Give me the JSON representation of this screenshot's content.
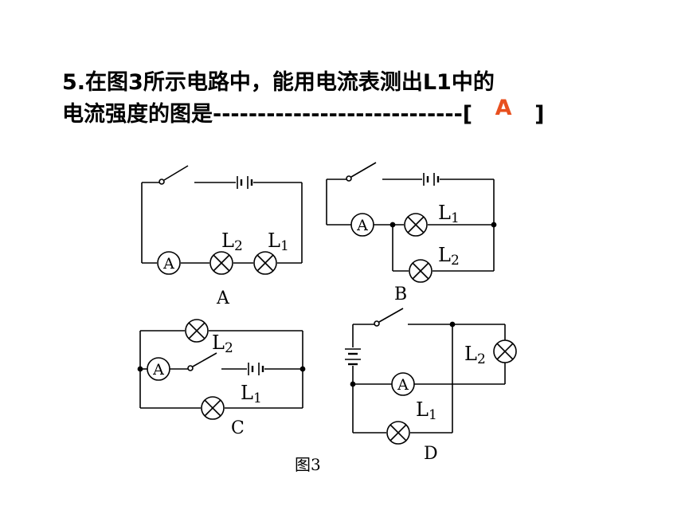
{
  "question": {
    "number": "5.",
    "line1_text": "在图3所示电路中，能用电流表测出L1中的",
    "line2_text": "电流强度的图是----------------------------[",
    "answer": "A",
    "closing_bracket": "]"
  },
  "figure": {
    "caption": "图3",
    "labels": {
      "option_a": "A",
      "option_b": "B",
      "option_c": "C",
      "option_d": "D",
      "l1": "L1",
      "l2": "L2",
      "l1_main": "L",
      "l1_sub": "1",
      "l2_main": "L",
      "l2_sub": "2",
      "ammeter": "A"
    }
  },
  "colors": {
    "answer": "#e8501f",
    "wire": "#000000"
  }
}
